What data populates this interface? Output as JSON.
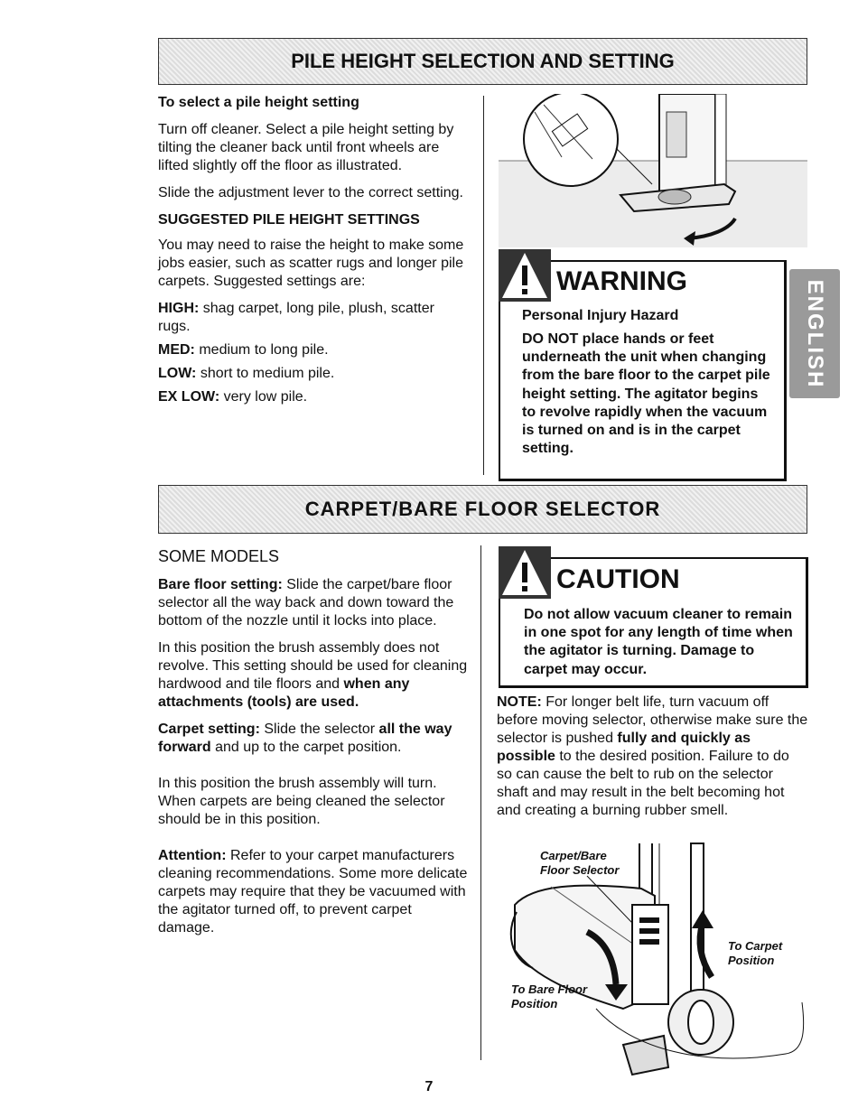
{
  "section1": {
    "heading": "PILE HEIGHT SELECTION AND SETTING",
    "select_heading": "To select a pile height setting",
    "para1": "Turn off cleaner. Select a pile height setting by tilting the cleaner back until front wheels are lifted slightly off the floor as illustrated.",
    "para2": "Slide the adjustment lever to the correct setting.",
    "suggested_heading": "SUGGESTED PILE HEIGHT SETTINGS",
    "para3": "You may need to raise the height to make some jobs easier, such as scatter rugs and longer pile carpets. Suggested settings are:",
    "settings": [
      {
        "label": "HIGH:",
        "text": "shag carpet, long pile, plush, scatter rugs."
      },
      {
        "label": "MED:",
        "text": "medium to long pile."
      },
      {
        "label": "LOW:",
        "text": "short to medium pile."
      },
      {
        "label": "EX LOW:",
        "text": "very low pile."
      }
    ]
  },
  "warning": {
    "title": "WARNING",
    "subtitle": "Personal Injury Hazard",
    "text": "DO NOT place hands or feet underneath the unit when changing from the bare floor to the carpet pile height setting. The agitator begins to revolve rapidly when the vacuum is turned on and is in the carpet setting."
  },
  "side_tab": "ENGLISH",
  "section2": {
    "heading": "CARPET/BARE FLOOR SELECTOR",
    "models": "SOME MODELS",
    "bare_label": "Bare floor setting:",
    "bare_text": "Slide the carpet/bare floor selector all the way back and down toward the bottom of the nozzle until it locks into place.",
    "position_text_a": "In this position the brush assembly does not revolve. This setting should be used for cleaning hardwood and tile floors and",
    "position_text_b": "when any attachments (tools) are used.",
    "carpet_label": "Carpet setting:",
    "carpet_text_a": "Slide the selector",
    "carpet_text_b": "all the way forward",
    "carpet_text_c": "and up to the carpet position.",
    "turn_text": "In this position the brush assembly will turn. When carpets are being cleaned the selector should be in this position.",
    "attention_label": "Attention:",
    "attention_text": "Refer to your carpet manufacturers cleaning recommendations. Some more delicate carpets may require that they be vacuumed with the agitator turned off, to prevent carpet damage."
  },
  "caution": {
    "title": "CAUTION",
    "text": "Do not allow vacuum cleaner to remain in one spot for any length of time when the agitator is turning. Damage to carpet may occur."
  },
  "note": {
    "label": "NOTE:",
    "text_a": "For longer belt life, turn vacuum off before moving selector, otherwise make sure the selector is pushed",
    "text_b": "fully and quickly as possible",
    "text_c": "to the desired position. Failure to do so can cause the belt to rub on the selector shaft and may result in the belt becoming hot and creating a burning rubber smell."
  },
  "figure_labels": {
    "selector": "Carpet/Bare Floor Selector",
    "to_carpet": "To Carpet Position",
    "to_bare": "To Bare Floor Position"
  },
  "page_number": "7"
}
